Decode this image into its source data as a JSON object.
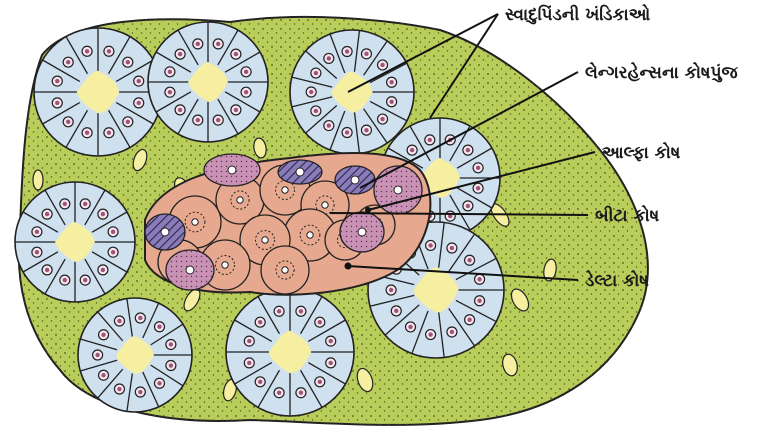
{
  "labels": {
    "acini": "સ્વાદુપિંડની ખંડિકાઓ",
    "islet": "લેન્ગરહેન્સના કોષપુંજ",
    "alpha": "આલ્ફા કોષ",
    "beta": "બીટા કોષ",
    "delta": "ડેલ્ટા કોષ"
  },
  "colors": {
    "stroma": "#b9cd5a",
    "acinar_cell": "#cfe0ef",
    "lumen": "#f6efa2",
    "nucleus": "#a0527a",
    "beta_cell": "#e6a88e",
    "alpha_cell": "#c792b4",
    "delta_cell": "#6e5f9c",
    "outline": "#222222"
  }
}
